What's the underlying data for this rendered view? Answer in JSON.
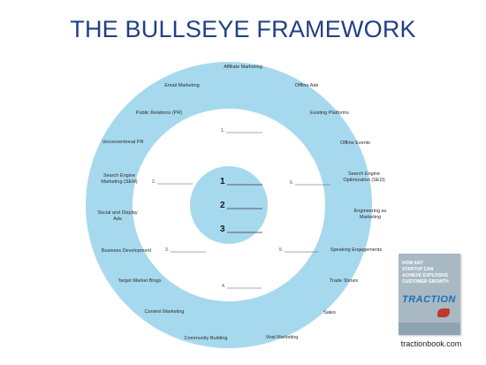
{
  "title": "THE BULLSEYE FRAMEWORK",
  "diagram": {
    "colors": {
      "outer_ring": "#a7d9ee",
      "middle_ring": "#ffffff",
      "inner_circle": "#a7d9ee",
      "label_text": "#2b2b2b",
      "blank_line": "#555555"
    },
    "channels": [
      "Affiliate Marketing",
      "Offline Ads",
      "Existing Platforms",
      "Offline Events",
      "Search Engine Optimization (SEO)",
      "Engineering as Marketing",
      "Speaking Engagements",
      "Trade Shows",
      "Sales",
      "Viral Marketing",
      "Community Building",
      "Content Marketing",
      "Target Market Blogs",
      "Business Development",
      "Social and Display Ads",
      "Search Engine Marketing (SEM)",
      "Unconventional PR",
      "Public Relations (PR)",
      "Email Marketing"
    ],
    "middle_blanks": [
      "1.",
      "2.",
      "3.",
      "4.",
      "5.",
      "6."
    ],
    "inner_blanks": [
      "1",
      "2",
      "3"
    ]
  },
  "book": {
    "tagline_lines": [
      "HOW ANY",
      "STARTUP CAN",
      "ACHIEVE EXPLOSIVE",
      "CUSTOMER GROWTH"
    ],
    "title": "TRACTION"
  },
  "footer": {
    "url": "tractionbook.com"
  }
}
